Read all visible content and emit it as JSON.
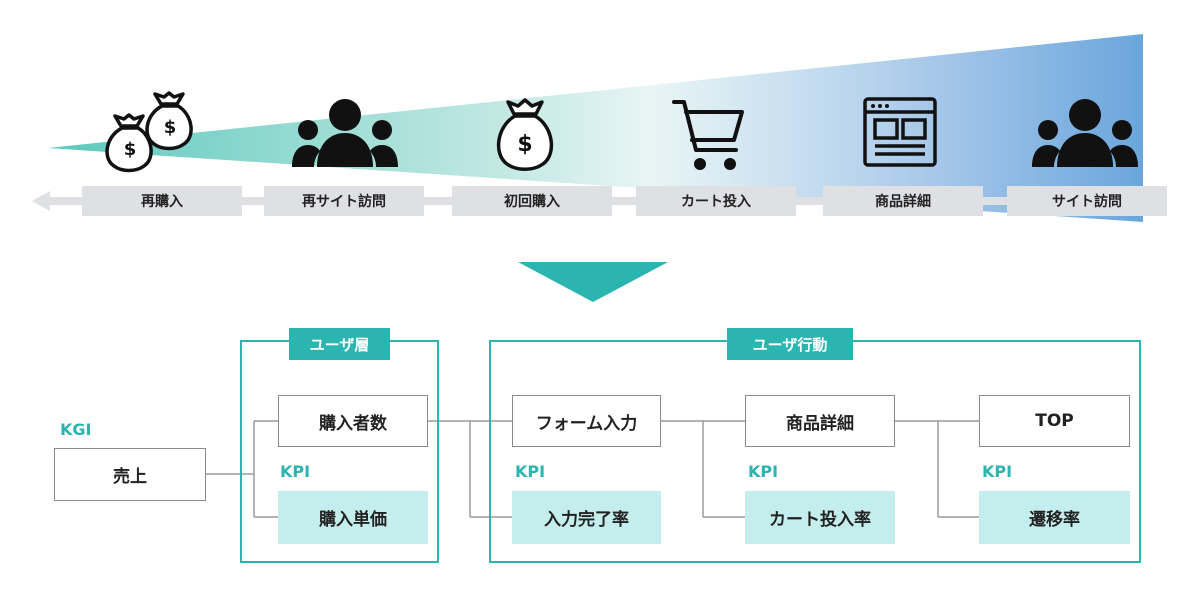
{
  "funnel": {
    "stages": [
      {
        "label": "再購入",
        "icon": "money-bags-icon"
      },
      {
        "label": "再サイト訪問",
        "icon": "user-group-icon"
      },
      {
        "label": "初回購入",
        "icon": "money-bag-icon"
      },
      {
        "label": "カート投入",
        "icon": "shopping-cart-icon"
      },
      {
        "label": "商品詳細",
        "icon": "browser-window-icon"
      },
      {
        "label": "サイト訪問",
        "icon": "user-group-icon"
      }
    ],
    "colors": {
      "start": "#47c2b5",
      "end": "#6aa6dc",
      "label_bg": "#dfe0e3"
    }
  },
  "accent": "#2bb5b0",
  "kgi": {
    "label": "KGI",
    "box": "売上"
  },
  "user_layer": {
    "title": "ユーザ層",
    "metric": "購入者数",
    "kpi_label": "KPI",
    "kpi": "購入単価"
  },
  "user_action": {
    "title": "ユーザ行動",
    "steps": [
      {
        "metric": "フォーム入力",
        "kpi_label": "KPI",
        "kpi": "入力完了率"
      },
      {
        "metric": "商品詳細",
        "kpi_label": "KPI",
        "kpi": "カート投入率"
      },
      {
        "metric": "TOP",
        "kpi_label": "KPI",
        "kpi": "遷移率"
      }
    ]
  }
}
